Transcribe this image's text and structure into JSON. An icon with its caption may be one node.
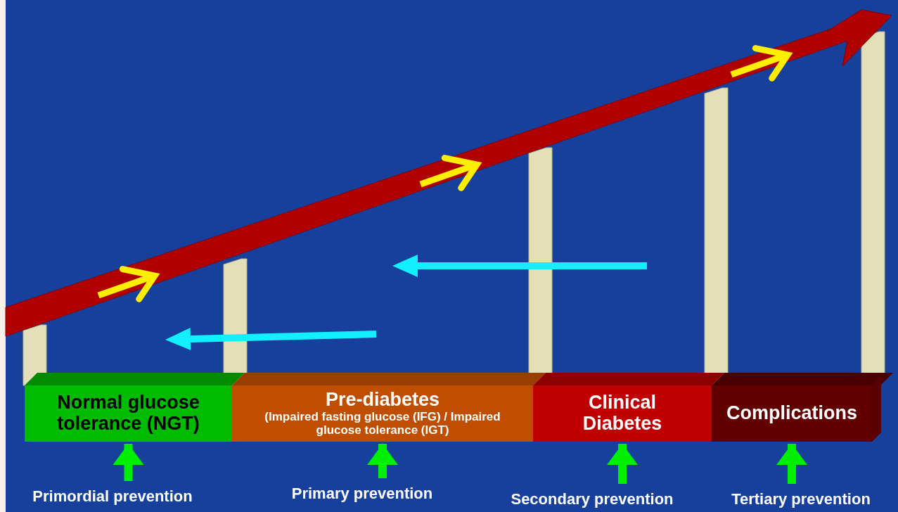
{
  "diagram": {
    "nodes": [
      {
        "text": [
          "Normal glucose tolerance (NGT)"
        ]
      },
      {
        "text": [
          "Pre-diabetes",
          "(Impaired fasting glucose (IFG) / Impaired glucose tolerance (IGT)"
        ]
      },
      {
        "text": [
          "Clinical Diabetes"
        ]
      },
      {
        "text": [
          "Complications"
        ]
      },
      {
        "text": [
          "Primordial prevention"
        ]
      },
      {
        "text": [
          "Primary prevention"
        ]
      },
      {
        "text": [
          "Secondary prevention"
        ]
      },
      {
        "text": [
          "Tertiary prevention"
        ]
      }
    ],
    "edges": [
      {
        "from": 4,
        "to": 0,
        "arrow": "to",
        "color": "#00ee00"
      },
      {
        "from": 5,
        "to": 1,
        "arrow": "to",
        "color": "#00ee00"
      },
      {
        "from": 6,
        "to": 2,
        "arrow": "to",
        "color": "#00ee00"
      },
      {
        "from": 7,
        "to": 3,
        "arrow": "to",
        "color": "#00ee00"
      }
    ]
  }
}
